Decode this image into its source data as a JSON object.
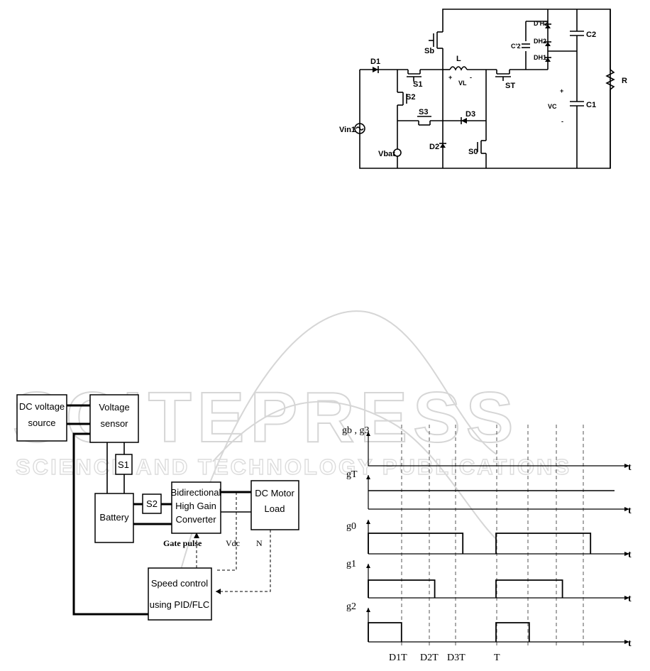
{
  "watermark": {
    "line1": "SCITEPRESS",
    "line2": "SCIENCE AND TECHNOLOGY PUBLICATIONS"
  },
  "circuit": {
    "labels": {
      "d1": "D1",
      "sb": "Sb",
      "l": "L",
      "vl": "VL",
      "plus": "+",
      "minus": "-",
      "s1": "S1",
      "st": "ST",
      "s2": "S2",
      "s3": "S3",
      "d3": "D3",
      "d2": "D2",
      "s0": "S0",
      "vin1": "Vin1",
      "vbat": "Vbat",
      "dh2": "D'H2",
      "c2p": "C'2",
      "dh2b": "DH2",
      "dh1": "DH1",
      "c2": "C2",
      "c1": "C1",
      "vc": "VC",
      "r": "R"
    }
  },
  "block_diagram": {
    "dc_source": [
      "DC voltage",
      "source"
    ],
    "voltage_sensor": [
      "Voltage",
      "sensor"
    ],
    "s1": "S1",
    "s2": "S2",
    "battery": "Battery",
    "converter": [
      "Bidirectional",
      "High Gain",
      "Converter"
    ],
    "motor": [
      "DC Motor",
      "Load"
    ],
    "gate_pulse": "Gate pulse",
    "vdc": "Vdc",
    "n": "N",
    "speed_control": [
      "Speed control",
      "using PID/FLC"
    ]
  },
  "timing": {
    "signals": [
      "gb , g3",
      "gT",
      "g0",
      "g1",
      "g2"
    ],
    "axis": "t",
    "ticks": [
      "D1T",
      "D2T",
      "D3T",
      "T"
    ],
    "waveforms": [
      {
        "name": "gb , g3",
        "segments": []
      },
      {
        "name": "gT",
        "segments": [
          [
            0,
            2.0
          ]
        ]
      },
      {
        "name": "g0",
        "segments": [
          [
            0,
            0.74
          ],
          [
            1.0,
            1.74
          ]
        ]
      },
      {
        "name": "g1",
        "segments": [
          [
            0,
            0.52
          ],
          [
            1.0,
            1.52
          ]
        ]
      },
      {
        "name": "g2",
        "segments": [
          [
            0,
            0.26
          ],
          [
            1.0,
            1.26
          ]
        ]
      }
    ]
  }
}
